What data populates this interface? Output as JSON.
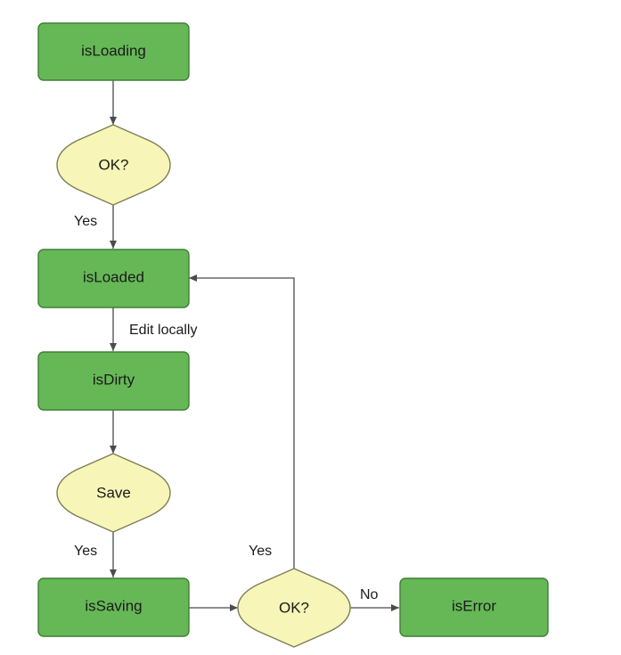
{
  "diagram": {
    "nodes": {
      "is_loading": "isLoading",
      "ok_load": "OK?",
      "is_loaded": "isLoaded",
      "is_dirty": "isDirty",
      "save": "Save",
      "is_saving": "isSaving",
      "ok_save": "OK?",
      "is_error": "isError"
    },
    "edges": {
      "ok_load_yes": "Yes",
      "edit_locally": "Edit locally",
      "save_yes": "Yes",
      "ok_save_yes": "Yes",
      "ok_save_no": "No"
    }
  }
}
